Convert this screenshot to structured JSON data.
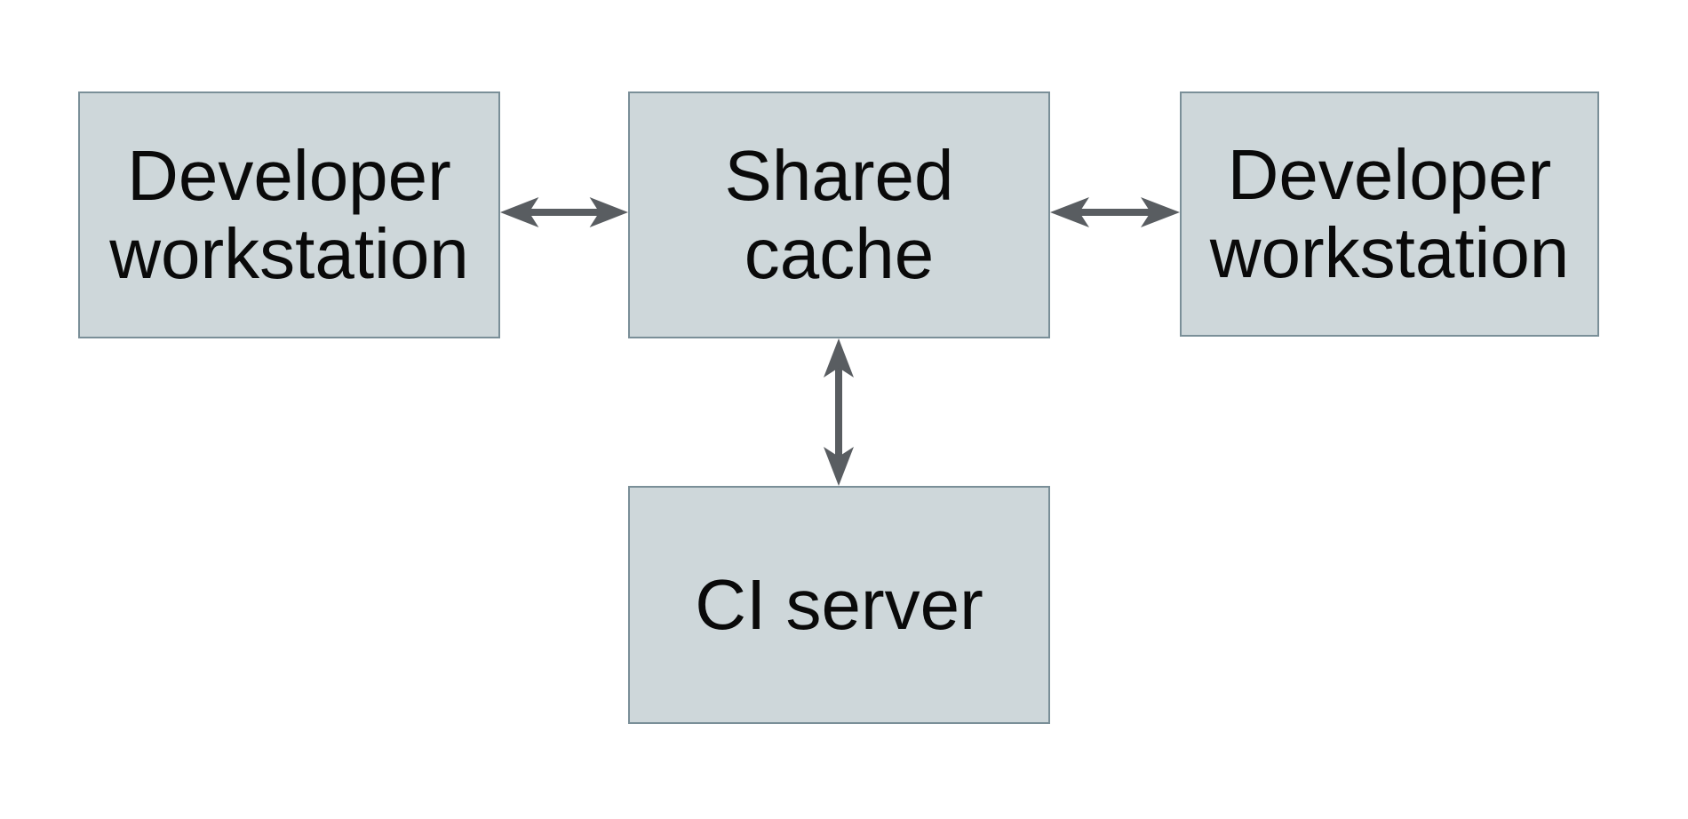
{
  "diagram": {
    "background_color": "#ffffff",
    "node_fill_color": "#ced7da",
    "node_border_color": "#7a8f98",
    "arrow_color": "#595d61",
    "text_color": "#0a0a0a",
    "nodes": [
      {
        "id": "developer-workstation-left",
        "lines": [
          "Developer",
          "workstation"
        ]
      },
      {
        "id": "shared-cache",
        "lines": [
          "Shared",
          "cache"
        ]
      },
      {
        "id": "developer-workstation-right",
        "lines": [
          "Developer",
          "workstation"
        ]
      },
      {
        "id": "ci-server",
        "lines": [
          "CI server"
        ]
      }
    ],
    "edges": [
      {
        "from": "developer-workstation-left",
        "to": "shared-cache",
        "direction": "bidirectional",
        "orientation": "horizontal"
      },
      {
        "from": "shared-cache",
        "to": "developer-workstation-right",
        "direction": "bidirectional",
        "orientation": "horizontal"
      },
      {
        "from": "shared-cache",
        "to": "ci-server",
        "direction": "bidirectional",
        "orientation": "vertical"
      }
    ]
  }
}
